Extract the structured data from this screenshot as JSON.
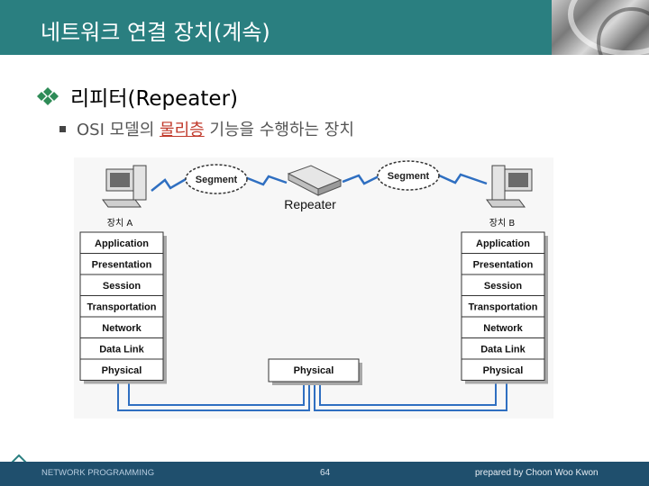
{
  "slide": {
    "title": "네트워크 연결 장치(계속)",
    "heading": "리피터(Repeater)",
    "sub_prefix": "OSI 모델의 ",
    "sub_highlight": "물리층",
    "sub_suffix": " 기능을 수행하는 장치"
  },
  "diagram": {
    "segment_left": "Segment",
    "segment_right": "Segment",
    "repeater_label": "Repeater",
    "device_a": "장치 A",
    "device_b": "장치 B",
    "layers": [
      "Application",
      "Presentation",
      "Session",
      "Transportation",
      "Network",
      "Data Link",
      "Physical"
    ],
    "repeater_layer": "Physical"
  },
  "footer": {
    "left": "NETWORK PROGRAMMING",
    "page": "64",
    "right": "prepared by Choon Woo Kwon"
  },
  "colors": {
    "title_bar": "#2a7f80",
    "footer_bar": "#1f4f6d",
    "highlight": "#c0392b",
    "link_line": "#3a7bd5"
  }
}
